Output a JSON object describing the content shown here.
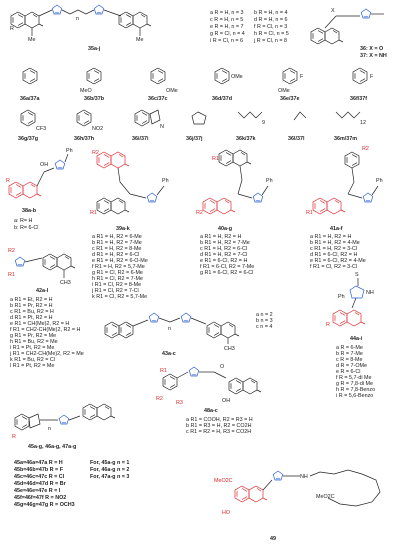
{
  "compounds": {
    "c35": {
      "label": "35a-j",
      "variants": [
        "a R = H, n = 3",
        "b R = H, n = 4",
        "c R = H, n = 5",
        "d R = H, n = 6",
        "e R = H, n = 7",
        "f R = Cl, n = 3",
        "g R = Cl, n = 4",
        "h R = Cl, n = 5",
        "i R = Cl, n = 6",
        "j R = Cl, n = 8"
      ],
      "atoms": {
        "r": "R",
        "n": "n",
        "me1": "Me",
        "me2": "Me"
      }
    },
    "c36": {
      "x_label": "X",
      "legend": [
        "36: X = O",
        "37: X = NH"
      ]
    },
    "row1": [
      "36a/37a",
      "36b/37b",
      "36c/37c",
      "36d/37d",
      "36e/37e",
      "36f/37f"
    ],
    "row1_subs": {
      "b": "MeO",
      "c": "OMe",
      "d": "OMe",
      "e": "OMe",
      "e2": "F",
      "f": "F"
    },
    "row2": [
      "36g/37g",
      "36h/37h",
      "36i/37i",
      "36j/37j",
      "36k/37k",
      "36l/37l",
      "36m/37m"
    ],
    "row2_subs": {
      "g": "CF3",
      "h": "NO2",
      "i": "N",
      "k": "9",
      "m": "12"
    },
    "c38": {
      "label": "38a-b",
      "ph": "Ph",
      "r": "R",
      "oh": "OH",
      "variants": [
        "a: R= H",
        "b: R= 6-Cl"
      ]
    },
    "c39": {
      "label": "39a-k",
      "r1": "R1",
      "r2": "R2",
      "ph": "Ph",
      "variants": [
        "a R1 = H, R2 = 6-Me",
        "b R1 = H, R2 = 7-Me",
        "c R1 = H, R2 = 8-Me",
        "d R1 = H, R2 = 6-Cl",
        "e R1 = H, R2 = 6-O-Me",
        "f R1 = H, R2 = 5,7-Me",
        "g R1 = Cl, R2 = 6-Me",
        "h R1 = Cl, R2 = 7-Me",
        "i R1 = Cl, R2 = 8-Me",
        "j R1 = Cl, R2 = 7-Cl",
        "k R1 = Cl, R2 = 5,7-Me"
      ]
    },
    "c40": {
      "label": "40a-g",
      "r1": "R1",
      "r2": "R2",
      "ph": "Ph",
      "variants": [
        "a R1 = H, R2 = H",
        "b R1 = H, R2 = 7-Me",
        "c R1 = H, R2 = 6-Cl",
        "d R1 = H, R2 = 7-Cl",
        "e R1 = 6-Cl, R2 = H",
        "f R1 = 6-Cl, R2 = 7-Me",
        "g R1 = 6-Cl, R2 = 6-Cl"
      ]
    },
    "c41": {
      "label": "41a-f",
      "r1": "R1",
      "r2": "R2",
      "ph": "Ph",
      "variants": [
        "a R1 = H, R2 = H",
        "b R1 = H, R2 = 4-Me",
        "c R1 = H, R2 = 3-Cl",
        "d R1 = 6-Cl, R2 = H",
        "e R1 = 6-Cl, R2 = 4-Me",
        "f R1 = Cl, R2 = 3-Cl"
      ]
    },
    "c42": {
      "label": "42a-l",
      "r1": "R1",
      "r2": "R2",
      "ch3": "CH3",
      "variants": [
        "a R1 = Et, R2 = H",
        "b R1 = Pr, R2 = H",
        "c R1 = Bu, R2 = H",
        "d R1 = Pt, R2 = H",
        "e R1 = CH(Me)2, R2 = H",
        "f R1 = CH2-CH(Me)2, R2 = H",
        "g R1 = Pr, R2 = Me",
        "h R1 = Bu, R2 = Me",
        "i R1 = Pt, R2 = Me",
        "j R1 = CH2-CH(Me)2, R2 = Me",
        "k R1 = Bu, R2 = Cl",
        "l R1 = Pt, R2 = Me"
      ]
    },
    "c43": {
      "label": "43a-c",
      "n": "n",
      "me": "CH3",
      "variants": [
        "a n = 2",
        "b n = 3",
        "c n = 4"
      ]
    },
    "c44": {
      "label": "44a-i",
      "r": "R",
      "s": "S",
      "nh": "NH",
      "ph": "Ph",
      "variants": [
        "a R = 6-Me",
        "b R = 7-Me",
        "c R = 8-Me",
        "d R = 7-OMe",
        "e R = 6-Cl",
        "f R = 5,7-di Me",
        "g R = 7,8-di Me",
        "h R = 7,8-Benzo",
        "i R = 5,6-Benzo"
      ]
    },
    "c45": {
      "label": "45a-g, 46a-g, 47a-g",
      "r": "R",
      "n": "n",
      "variants": [
        "45a=46a=47a R = H",
        "45b=46b=47b R = F",
        "45c=46c=47c R = Cl",
        "45d=46d=47d R = Br",
        "45e=46e=47e R = I",
        "45f=46f=47f R = NO2",
        "45g=46g=47g R = OCH3"
      ],
      "n_rules": [
        "For, 45a-g n = 1",
        "For, 46a-g n = 2",
        "For, 47a-g n = 3"
      ]
    },
    "c48": {
      "label": "48a-c",
      "r1": "R1",
      "r2": "R2",
      "r3": "R3",
      "oh": "OH",
      "o": "O",
      "variants": [
        "a R1 = COOH, R2 = R3 = H",
        "b R1 = R3 = H, R2 = CO2H",
        "c R1 = R2 = H, R3 = CO2H"
      ]
    },
    "c49": {
      "label": "49",
      "meo2c": "MeO2C",
      "meo2c2": "MeO2C",
      "nh": "NH",
      "oh": "HO"
    }
  }
}
